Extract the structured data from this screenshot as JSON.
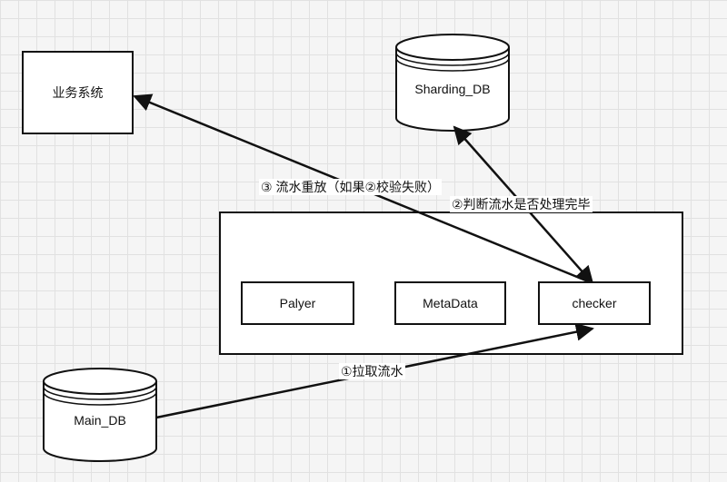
{
  "nodes": {
    "business_system": "业务系统",
    "sharding_db": "Sharding_DB",
    "main_db": "Main_DB",
    "player": "Palyer",
    "metadata": "MetaData",
    "checker": "checker"
  },
  "edges": {
    "pull": "①拉取流水",
    "judge": "②判断流水是否处理完毕",
    "replay": "③ 流水重放（如果②校验失败）"
  },
  "colors": {
    "stroke": "#111111",
    "grid": "#e1e1e1",
    "background": "#f5f5f5"
  }
}
